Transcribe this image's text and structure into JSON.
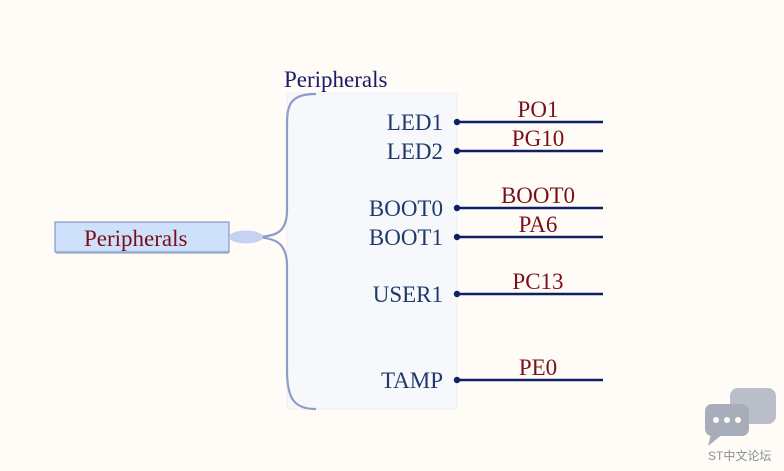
{
  "root": {
    "label": "Peripherals"
  },
  "group": {
    "title": "Peripherals",
    "pins": [
      {
        "pin": "LED1",
        "net": "PO1"
      },
      {
        "pin": "LED2",
        "net": "PG10"
      },
      {
        "pin": "BOOT0",
        "net": "BOOT0"
      },
      {
        "pin": "BOOT1",
        "net": "PA6"
      },
      {
        "pin": "USER1",
        "net": "PC13"
      },
      {
        "pin": "TAMP",
        "net": "PE0"
      }
    ]
  },
  "watermark": {
    "text": "ST中文论坛",
    "icon": "chat-bubbles-icon"
  },
  "colors": {
    "background": "#fffcf7",
    "wire": "#0f1f66",
    "brace": "#8e9cc8",
    "panel": "#f6f8fb",
    "root_fill": "#cfe0fb",
    "root_border": "#6f86b8"
  }
}
